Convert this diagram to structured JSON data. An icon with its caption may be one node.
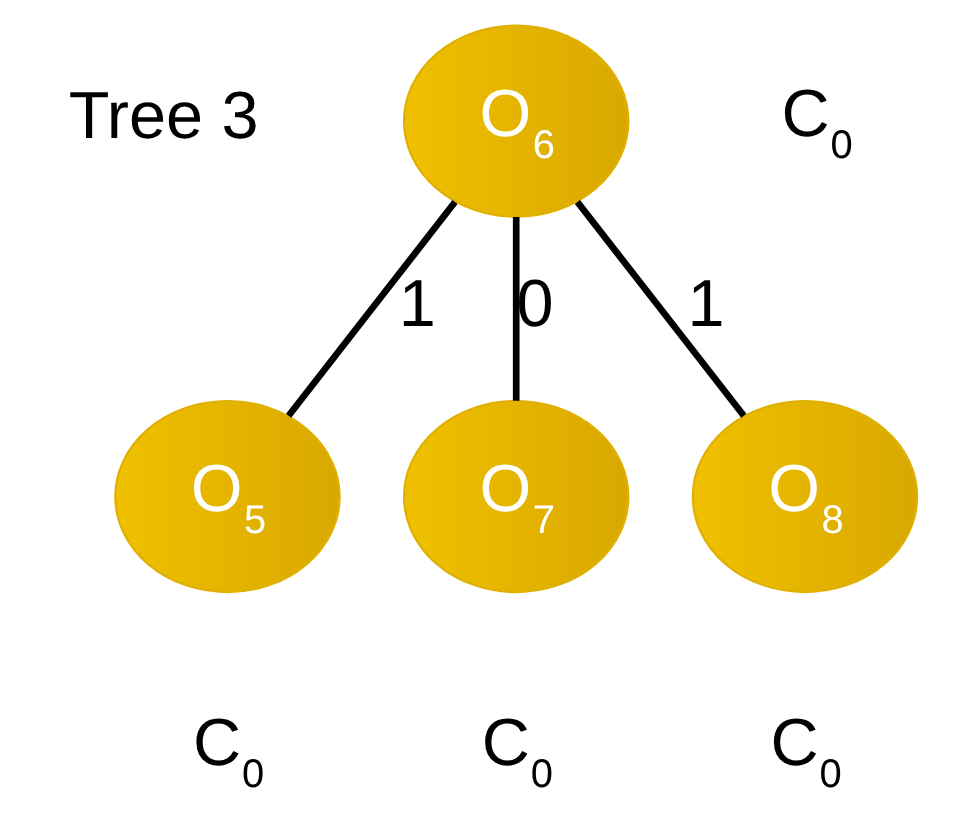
{
  "diagram": {
    "nodes": [
      {
        "text": [
          "O$_{6}$"
        ],
        "beside": [
          "C$_{0}$"
        ]
      },
      {
        "text": [
          "O$_{5}$"
        ],
        "beside": [
          "C$_{0}$"
        ]
      },
      {
        "text": [
          "O$_{7}$"
        ],
        "beside": [
          "C$_{0}$"
        ]
      },
      {
        "text": [
          "O$_{8}$"
        ],
        "beside": [
          "C$_{0}$"
        ]
      }
    ],
    "edges": [
      {
        "from": 0,
        "to": 1,
        "arrow": "none",
        "label": "1"
      },
      {
        "from": 0,
        "to": 2,
        "arrow": "none",
        "label": "0"
      },
      {
        "from": 0,
        "to": 3,
        "arrow": "none",
        "label": "1"
      }
    ],
    "labels": [
      "Tree 3"
    ]
  }
}
